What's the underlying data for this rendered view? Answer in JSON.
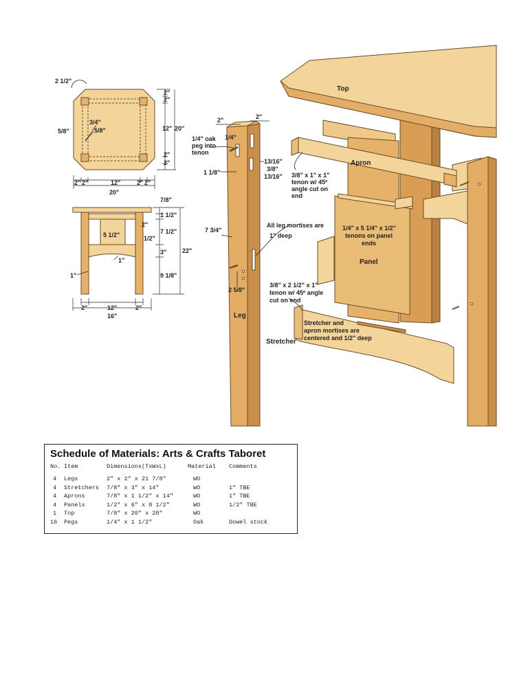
{
  "labels": {
    "top": "Top",
    "apron": "Apron",
    "panel": "Panel",
    "leg": "Leg",
    "stretcher": "Stretcher",
    "peg_note_1": "1/4\" oak",
    "peg_note_2": "peg into",
    "peg_note_3": "tenon",
    "apron_tenon_1": "3/8\" x 1\" x 1\"",
    "apron_tenon_2": "tenon w/ 45º",
    "apron_tenon_3": "angle cut on",
    "apron_tenon_4": "end",
    "mortise_note_1": "All leg mortises are",
    "mortise_note_2": "1\" deep",
    "panel_tenon_1": "1/4\" x 5 1/4\" x 1/2\"",
    "panel_tenon_2": "tenons on panel",
    "panel_tenon_3": "ends",
    "stretcher_tenon_1": "3/8\" x 2 1/2\" x 1\"",
    "stretcher_tenon_2": "tenon w/ 45º angle",
    "stretcher_tenon_3": "cut on end",
    "centered_1": "Stretcher and",
    "centered_2": "apron mortises are",
    "centered_3": "centered and 1/2\" deep"
  },
  "dims": {
    "leg_2a": "2\"",
    "leg_2b": "2\"",
    "leg_quarter": "1/4\"",
    "leg_13_16a": "13/16\"",
    "leg_3_8": "3/8\"",
    "leg_13_16b": "13/16\"",
    "leg_1_8": "1 1/8\"",
    "leg_7_3_4": "7 3/4\"",
    "leg_2_5_8": "2 5/8\"",
    "top_2_1_2": "2 1/2\"",
    "top_3_4": "3/4\"",
    "top_5_8a": "5/8\"",
    "top_5_8b": "5/8\"",
    "top_r2a": "2\"",
    "top_r2b": "2\"",
    "top_r12": "12\"",
    "top_r20": "20\"",
    "top_r2c": "2\"",
    "top_r2d": "2\"",
    "top_b2a": "2\"",
    "top_b2b": "2\"",
    "top_b12": "12\"",
    "top_b2c": "2\"",
    "top_b2d": "2\"",
    "top_b20": "20\"",
    "side_7_8": "7/8\"",
    "side_1_1_2": "1 1/2\"",
    "side_2": "2\"",
    "side_5_1_2": "5 1/2\"",
    "side_1_2": "1/2\"",
    "side_7_1_2": "7 1/2\"",
    "side_3": "3\"",
    "side_22": "22\"",
    "side_1a": "1\"",
    "side_9_1_8": "9 1/8\"",
    "side_1b": "1\"",
    "side_b2a": "2\"",
    "side_b12": "12\"",
    "side_b2b": "2\"",
    "side_b16": "16\""
  },
  "schedule": {
    "title": "Schedule of Materials:  Arts & Crafts Taboret",
    "headers": [
      "No.",
      "Item",
      "Dimensions(TxWxL)",
      "Material",
      "Comments"
    ],
    "rows": [
      [
        "4",
        "Legs",
        "2\" x 2\" x 21 7/8\"",
        "WO",
        ""
      ],
      [
        "4",
        "Stretchers",
        "7/8\" x 3\" x 14\"",
        "WO",
        "1\" TBE"
      ],
      [
        "4",
        "Aprons",
        "7/8\" x 1 1/2\" x 14\"",
        "WO",
        "1\" TBE"
      ],
      [
        "4",
        "Panels",
        "1/2\" x 6\" x 8 1/2\"",
        "WO",
        "1/2\" TBE"
      ],
      [
        "1",
        "Top",
        "7/8\" x 20\" x 20\"",
        "WO",
        ""
      ],
      [
        "16",
        "Pegs",
        "1/4\" x 1 1/2\"",
        "Oak",
        "Dowel stock"
      ]
    ]
  },
  "colors": {
    "wood_light": "#f3d49b",
    "wood_mid": "#e6b26a",
    "wood_dark": "#c98f4a",
    "outline": "#6b4a25"
  }
}
